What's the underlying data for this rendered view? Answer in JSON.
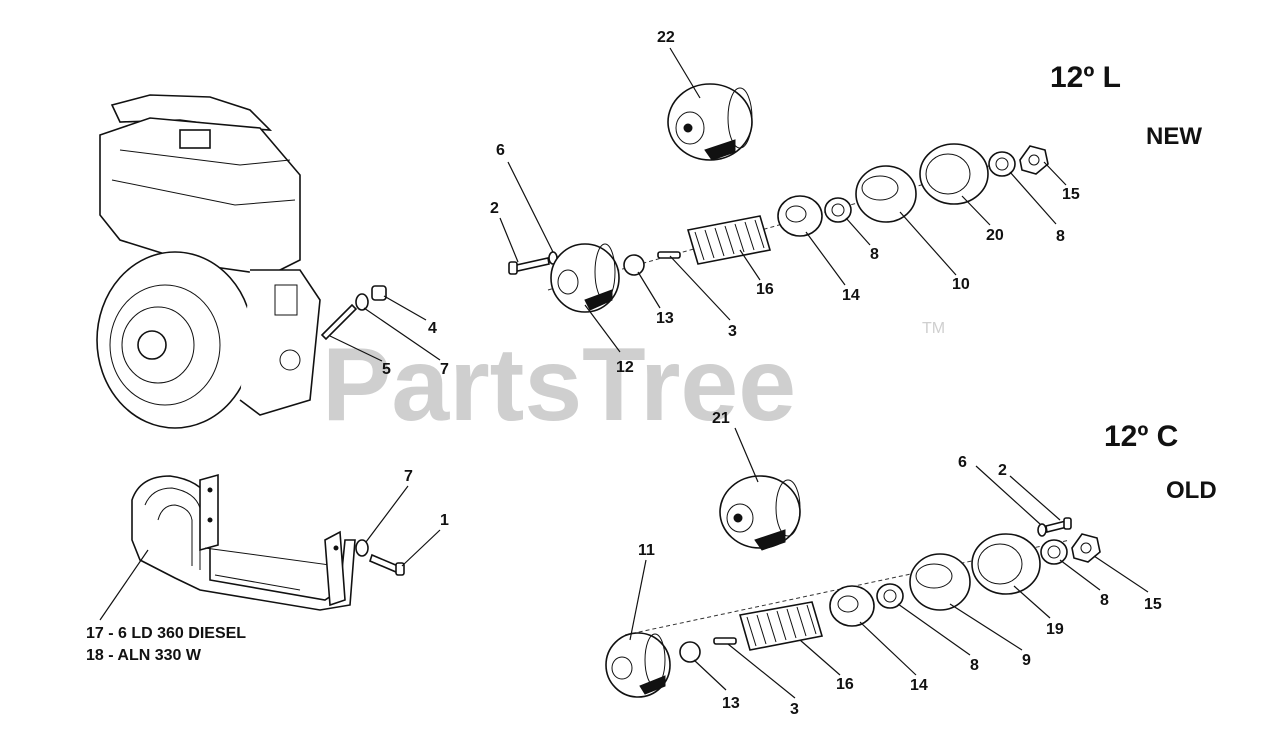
{
  "watermark": {
    "text": "PartsTree",
    "trademark": "TM"
  },
  "top_group": {
    "title": "12º L",
    "subtitle": "NEW"
  },
  "bottom_group": {
    "title": "12º C",
    "subtitle": "OLD"
  },
  "shroud_note": {
    "line1": "17 - 6 LD 360 DIESEL",
    "line2": "18 - ALN 330 W"
  },
  "callouts": {
    "c22": "22",
    "c6a": "6",
    "c2a": "2",
    "c12": "12",
    "c13a": "13",
    "c3a": "3",
    "c16a": "16",
    "c14a": "14",
    "c8a": "8",
    "c10": "10",
    "c20": "20",
    "c8b": "8",
    "c15a": "15",
    "c4": "4",
    "c7a": "7",
    "c5": "5",
    "c7b": "7",
    "c1": "1",
    "c21": "21",
    "c11": "11",
    "c13b": "13",
    "c3b": "3",
    "c16b": "16",
    "c14b": "14",
    "c8c": "8",
    "c9": "9",
    "c19": "19",
    "c8d": "8",
    "c15b": "15",
    "c6b": "6",
    "c2b": "2"
  },
  "colors": {
    "line": "#111111",
    "watermark": "#cfcfcf",
    "background": "#ffffff"
  }
}
